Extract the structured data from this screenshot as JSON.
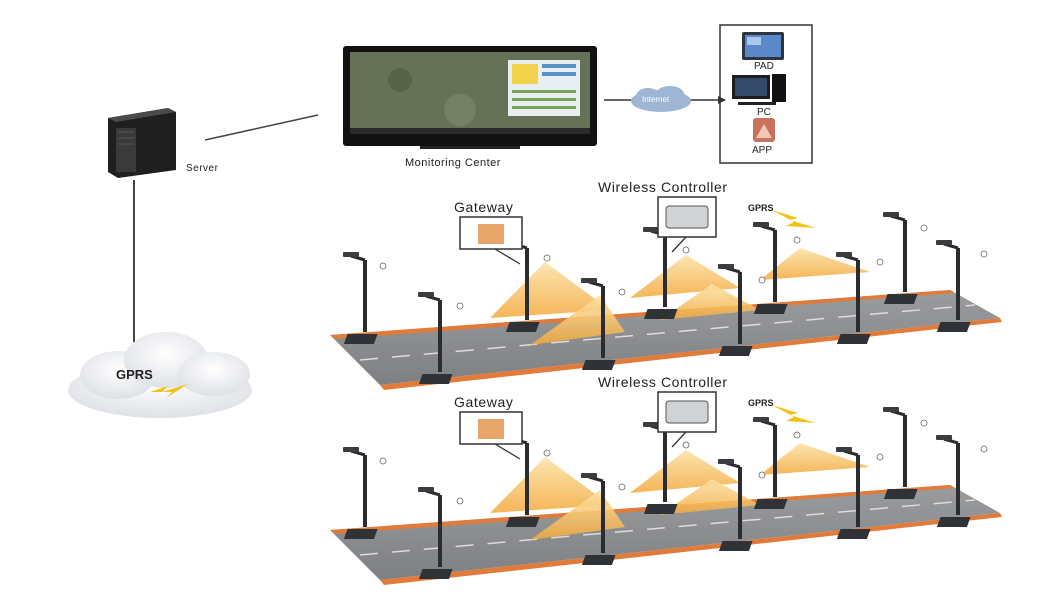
{
  "labels": {
    "server": "Server",
    "monitoring_center": "Monitoring Center",
    "internet": "Internet",
    "pad": "PAD",
    "pc": "PC",
    "app": "APP",
    "gprs_cloud": "GPRS",
    "gprs_top": "GPRS",
    "gprs_bottom": "GPRS",
    "wireless_controller_top": "Wireless Controller",
    "wireless_controller_bottom": "Wireless Controller",
    "gateway_top": "Gateway",
    "gateway_bottom": "Gateway"
  },
  "colors": {
    "road": "#8d8f91",
    "road_edge": "#e07b39",
    "light_beam": "#f7c15c",
    "lightning": "#f3c21a",
    "server": "#2b2b2b",
    "cloud": "#e6e8ec"
  },
  "icons": [
    "server-icon",
    "monitor-icon",
    "internet-cloud-icon",
    "tablet-icon",
    "pc-icon",
    "app-icon",
    "gprs-cloud-icon",
    "lightning-icon",
    "gateway-icon",
    "controller-icon",
    "street-lamp-icon"
  ]
}
